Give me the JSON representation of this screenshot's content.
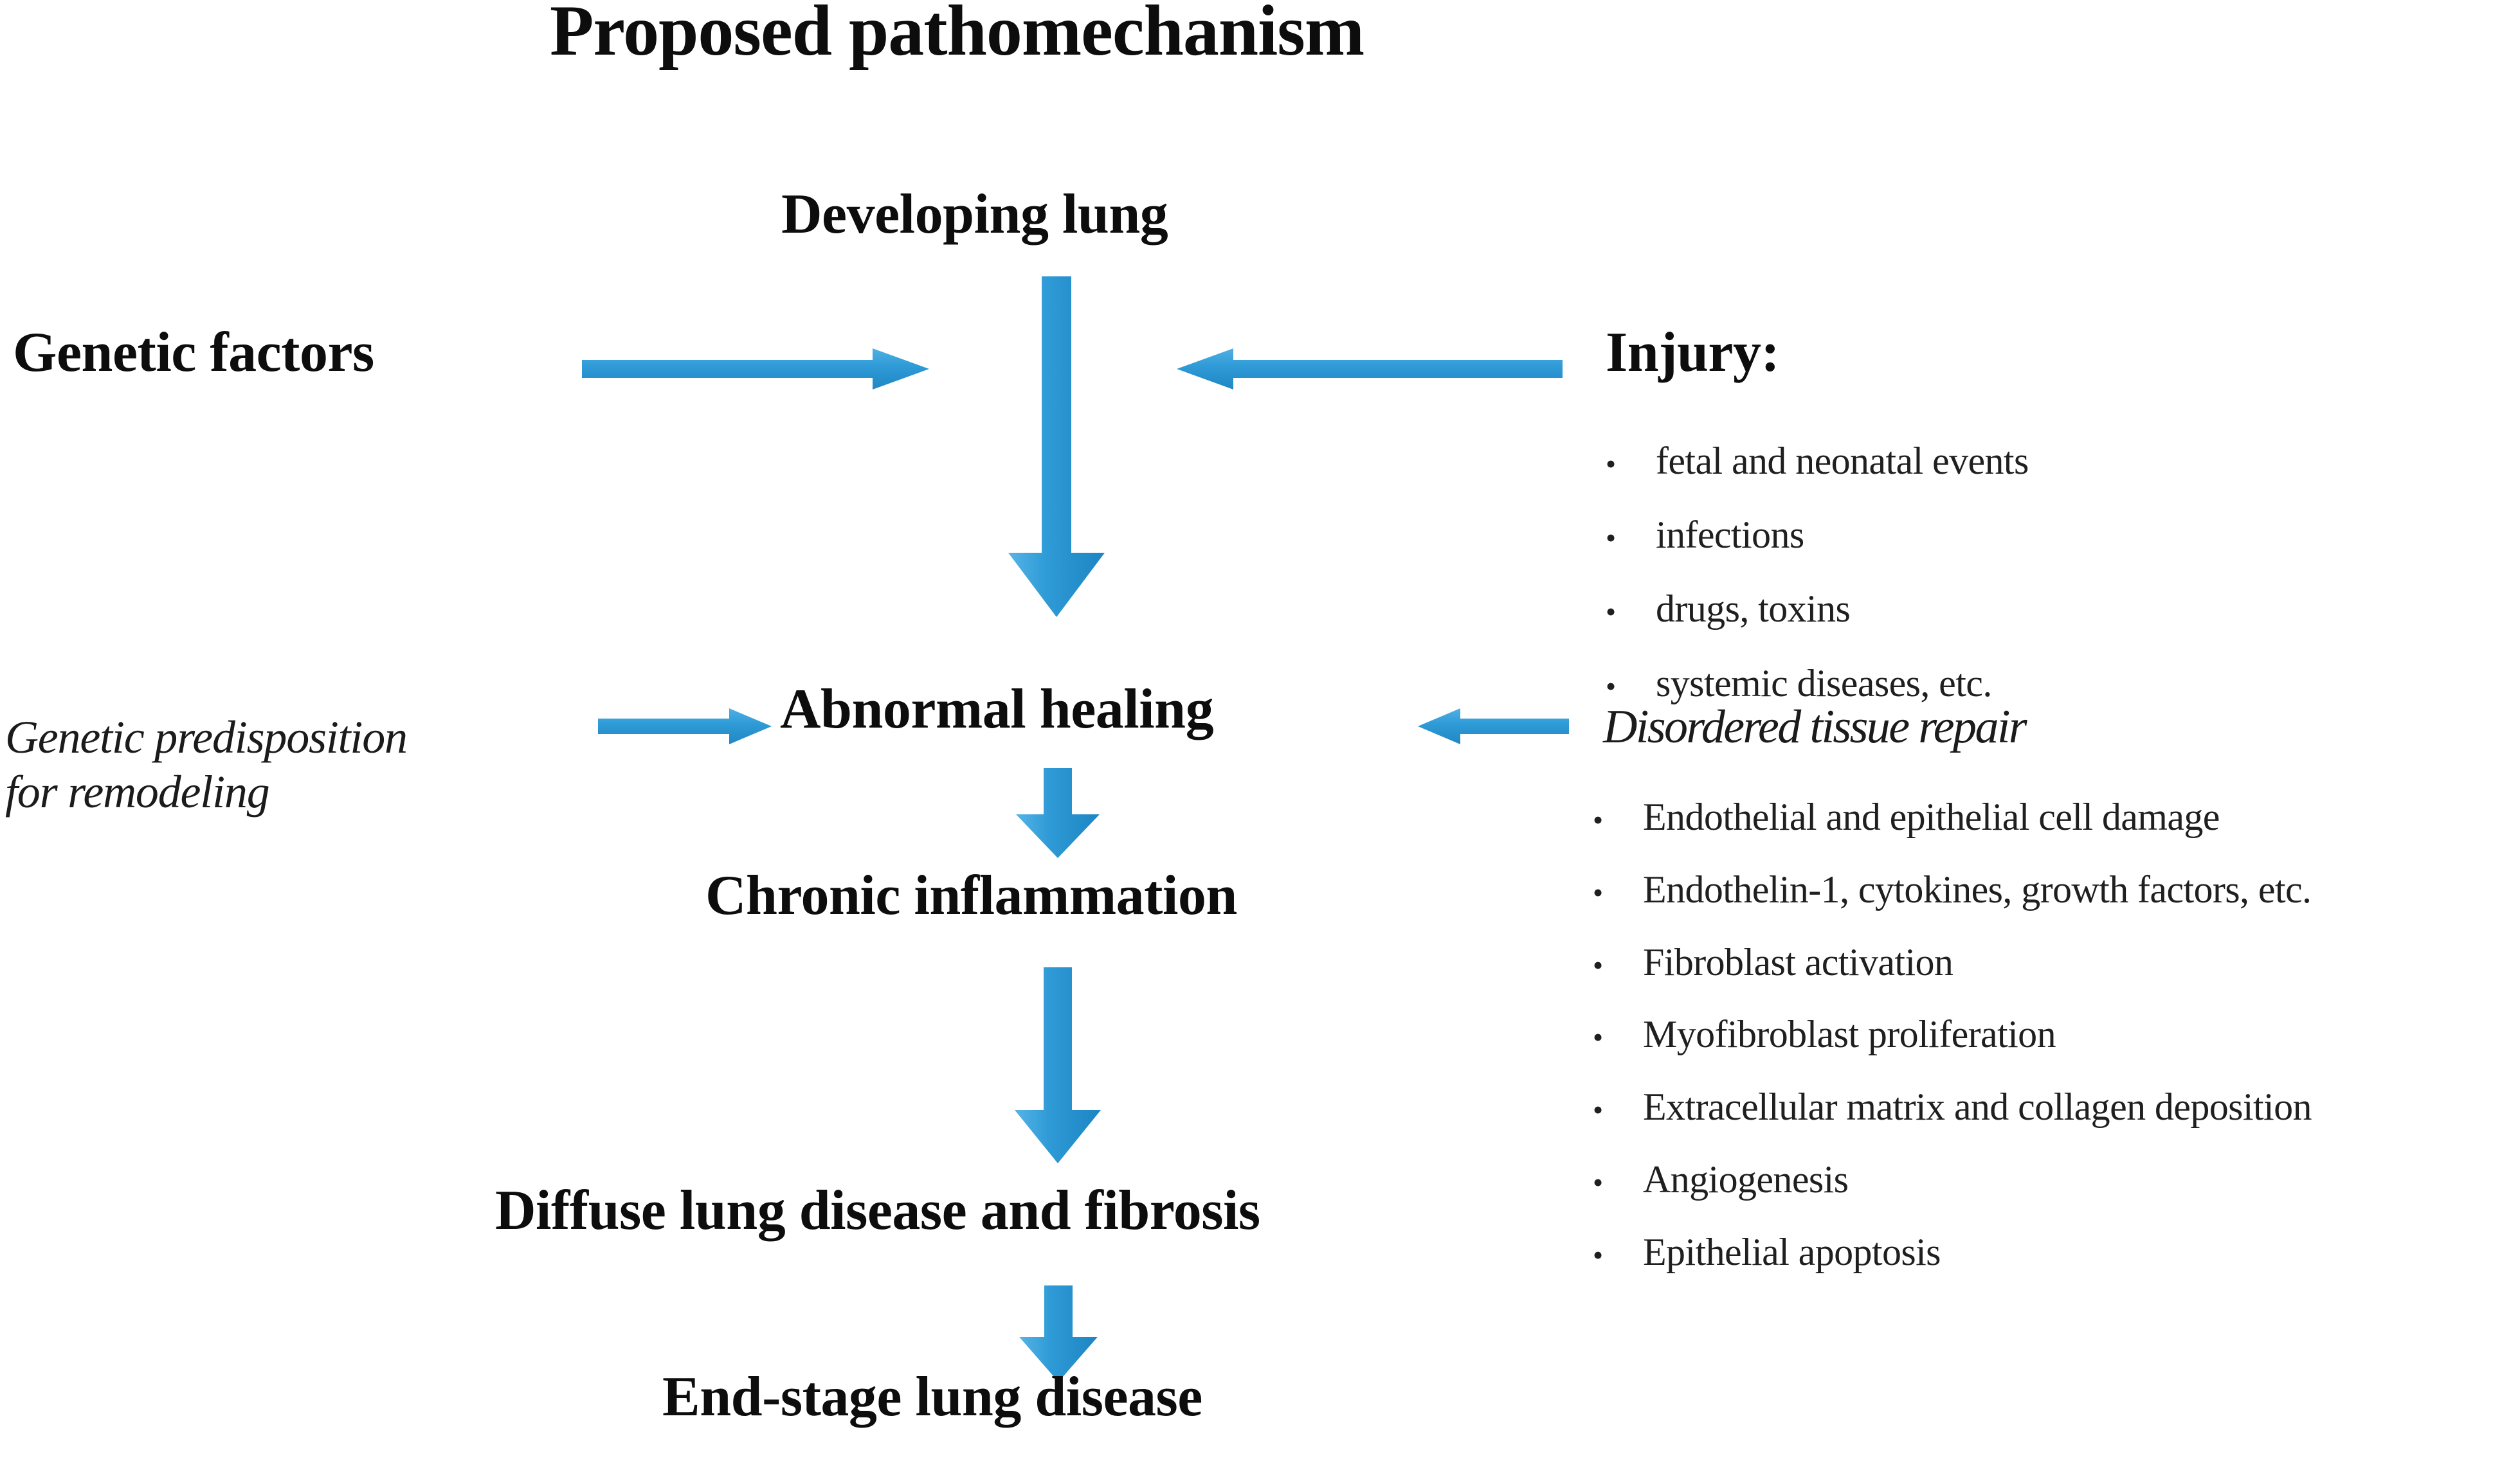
{
  "page": {
    "title": "Proposed pathomechanism",
    "background": "#ffffff",
    "accent_color": "#2e9ad6",
    "text_color": "#0d0d0d"
  },
  "flow": {
    "top_node": "Developing lung",
    "left_factor": "Genetic factors",
    "right_factor_heading": "Injury:",
    "right_factor_bullets": [
      "fetal and neonatal events",
      "infections",
      "drugs, toxins",
      "systemic diseases, etc."
    ],
    "mid_node": "Abnormal healing",
    "mid_left_note_line1": "Genetic predisposition",
    "mid_left_note_line2": "for remodeling",
    "mid_right_note": "Disordered tissue repair",
    "mid_right_bullets": [
      "Endothelial and epithelial cell damage",
      "Endothelin-1, cytokines, growth factors, etc.",
      "Fibroblast activation",
      "Myofibroblast  proliferation",
      "Extracellular matrix and collagen deposition",
      "Angiogenesis",
      "Epithelial apoptosis"
    ],
    "node_3": "Chronic inflammation",
    "node_4": "Diffuse lung disease and fibrosis",
    "node_5": "End-stage lung disease"
  },
  "arrows": {
    "genetic_to_lung": "arrow-right",
    "injury_to_lung": "arrow-left",
    "lung_to_abnormal": "arrow-down-long",
    "predisposition_to_abnormal": "arrow-right-short",
    "repair_to_abnormal": "arrow-left-short",
    "abnormal_to_chronic": "arrow-down-short",
    "chronic_to_diffuse": "arrow-down-medium",
    "diffuse_to_endstage": "arrow-down-small"
  },
  "chart_data": {
    "type": "diagram",
    "title": "Proposed pathomechanism",
    "layout": "top-down flowchart with lateral contributing factors",
    "nodes": [
      {
        "id": "developing-lung",
        "label": "Developing lung",
        "column": "center",
        "row": 1
      },
      {
        "id": "genetic-factors",
        "label": "Genetic factors",
        "column": "left",
        "row": 2
      },
      {
        "id": "injury",
        "label": "Injury:",
        "column": "right",
        "row": 2
      },
      {
        "id": "abnormal-healing",
        "label": "Abnormal healing",
        "column": "center",
        "row": 3
      },
      {
        "id": "genetic-predisposition",
        "label": "Genetic predisposition for remodeling",
        "column": "left",
        "row": 3
      },
      {
        "id": "disordered-tissue-repair",
        "label": "Disordered tissue repair",
        "column": "right",
        "row": 3
      },
      {
        "id": "chronic-inflammation",
        "label": "Chronic inflammation",
        "column": "center",
        "row": 4
      },
      {
        "id": "diffuse-lung-disease",
        "label": "Diffuse lung disease and fibrosis",
        "column": "center",
        "row": 5
      },
      {
        "id": "end-stage",
        "label": "End-stage lung disease",
        "column": "center",
        "row": 6
      }
    ],
    "edges": [
      {
        "from": "genetic-factors",
        "to": "developing-lung",
        "direction": "right"
      },
      {
        "from": "injury",
        "to": "developing-lung",
        "direction": "left"
      },
      {
        "from": "developing-lung",
        "to": "abnormal-healing",
        "direction": "down"
      },
      {
        "from": "genetic-predisposition",
        "to": "abnormal-healing",
        "direction": "right"
      },
      {
        "from": "disordered-tissue-repair",
        "to": "abnormal-healing",
        "direction": "left"
      },
      {
        "from": "abnormal-healing",
        "to": "chronic-inflammation",
        "direction": "down"
      },
      {
        "from": "chronic-inflammation",
        "to": "diffuse-lung-disease",
        "direction": "down"
      },
      {
        "from": "diffuse-lung-disease",
        "to": "end-stage",
        "direction": "down"
      }
    ]
  }
}
